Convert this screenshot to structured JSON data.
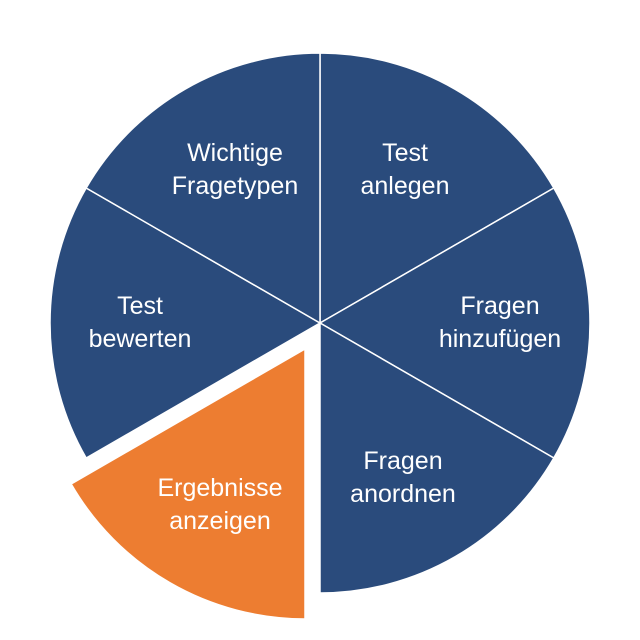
{
  "colors": {
    "blue": "#2A4B7C",
    "orange": "#ED7D31",
    "divider": "#ffffff"
  },
  "slices": [
    {
      "id": "test-anlegen",
      "lines": [
        "Test",
        "anlegen"
      ],
      "color": "blue",
      "exploded": false
    },
    {
      "id": "fragen-hinzufuegen",
      "lines": [
        "Fragen",
        "hinzufügen"
      ],
      "color": "blue",
      "exploded": false
    },
    {
      "id": "fragen-anordnen",
      "lines": [
        "Fragen",
        "anordnen"
      ],
      "color": "blue",
      "exploded": false
    },
    {
      "id": "ergebnisse-anzeigen",
      "lines": [
        "Ergebnisse",
        "anzeigen"
      ],
      "color": "orange",
      "exploded": true
    },
    {
      "id": "test-bewerten",
      "lines": [
        "Test",
        "bewerten"
      ],
      "color": "blue",
      "exploded": false
    },
    {
      "id": "wichtige-fragetypen",
      "lines": [
        "Wichtige",
        "Fragetypen"
      ],
      "color": "blue",
      "exploded": false
    }
  ]
}
